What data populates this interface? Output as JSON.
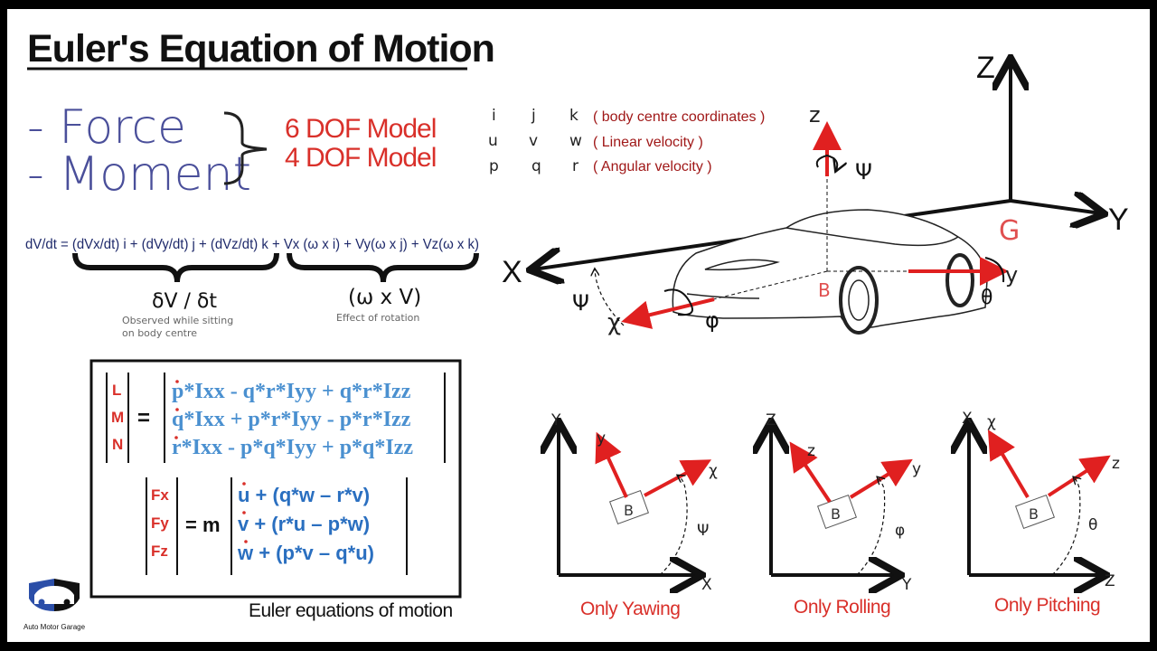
{
  "title": "Euler's Equation of Motion",
  "left": {
    "force": "- Force",
    "moment": "- Moment",
    "model_6dof": "6 DOF Model",
    "model_4dof": "4 DOF Model"
  },
  "equation": {
    "main": "dV/dt = (dVx/dt) i + (dVy/dt) j + (dVz/dt) k + Vx (ω x i) + Vy(ω x j) + Vz(ω x k)",
    "term1_label": "δV / δt",
    "term1_note_line1": "Observed while sitting",
    "term1_note_line2": "on body centre",
    "term2_label": "(ω x V)",
    "term2_note": "Effect of rotation"
  },
  "moments": {
    "lhs": [
      "L",
      "M",
      "N"
    ],
    "rows": [
      "p*Ixx - q*r*Iyy + q*r*Izz",
      "q*Ixx + p*r*Iyy - p*r*Izz",
      "r*Ixx  - p*q*Iyy + p*q*Izz"
    ]
  },
  "forces": {
    "lhs": [
      "Fx",
      "Fy",
      "Fz"
    ],
    "eq_m": "= m",
    "rows": [
      "u + (q*w – r*v)",
      "v + (r*u – p*w)",
      "w + (p*v – q*u)"
    ]
  },
  "eq_sign": "=",
  "caption": "Euler equations of motion",
  "logo_text": "Auto Motor Garage",
  "legend": [
    {
      "a": "i",
      "b": "j",
      "c": "k",
      "desc": "( body centre coordinates )"
    },
    {
      "a": "u",
      "b": "v",
      "c": "w",
      "desc": "( Linear velocity )"
    },
    {
      "a": "p",
      "b": "q",
      "c": "r",
      "desc": "( Angular velocity )"
    }
  ],
  "car_axes": {
    "Z": "Z",
    "Y": "Y",
    "X": "X",
    "G": "G",
    "z": "z",
    "y": "y",
    "x": "χ",
    "B": "B",
    "psi": "Ψ",
    "psi2": "Ψ",
    "phi": "φ",
    "theta": "θ"
  },
  "mini": [
    {
      "v": "Y",
      "h": "X",
      "a1": "y",
      "a2": "χ",
      "B": "B",
      "angle": "Ψ",
      "label": "Only Yawing"
    },
    {
      "v": "Z",
      "h": "Y",
      "a1": "z",
      "a2": "y",
      "B": "B",
      "angle": "φ",
      "label": "Only Rolling"
    },
    {
      "v": "X",
      "h": "Z",
      "a1": "χ",
      "a2": "z",
      "B": "B",
      "angle": "θ",
      "label": "Only Pitching"
    }
  ],
  "colors": {
    "accent_red": "#d9302a",
    "navy": "#1f2a6b",
    "blue": "#4a90d0"
  }
}
